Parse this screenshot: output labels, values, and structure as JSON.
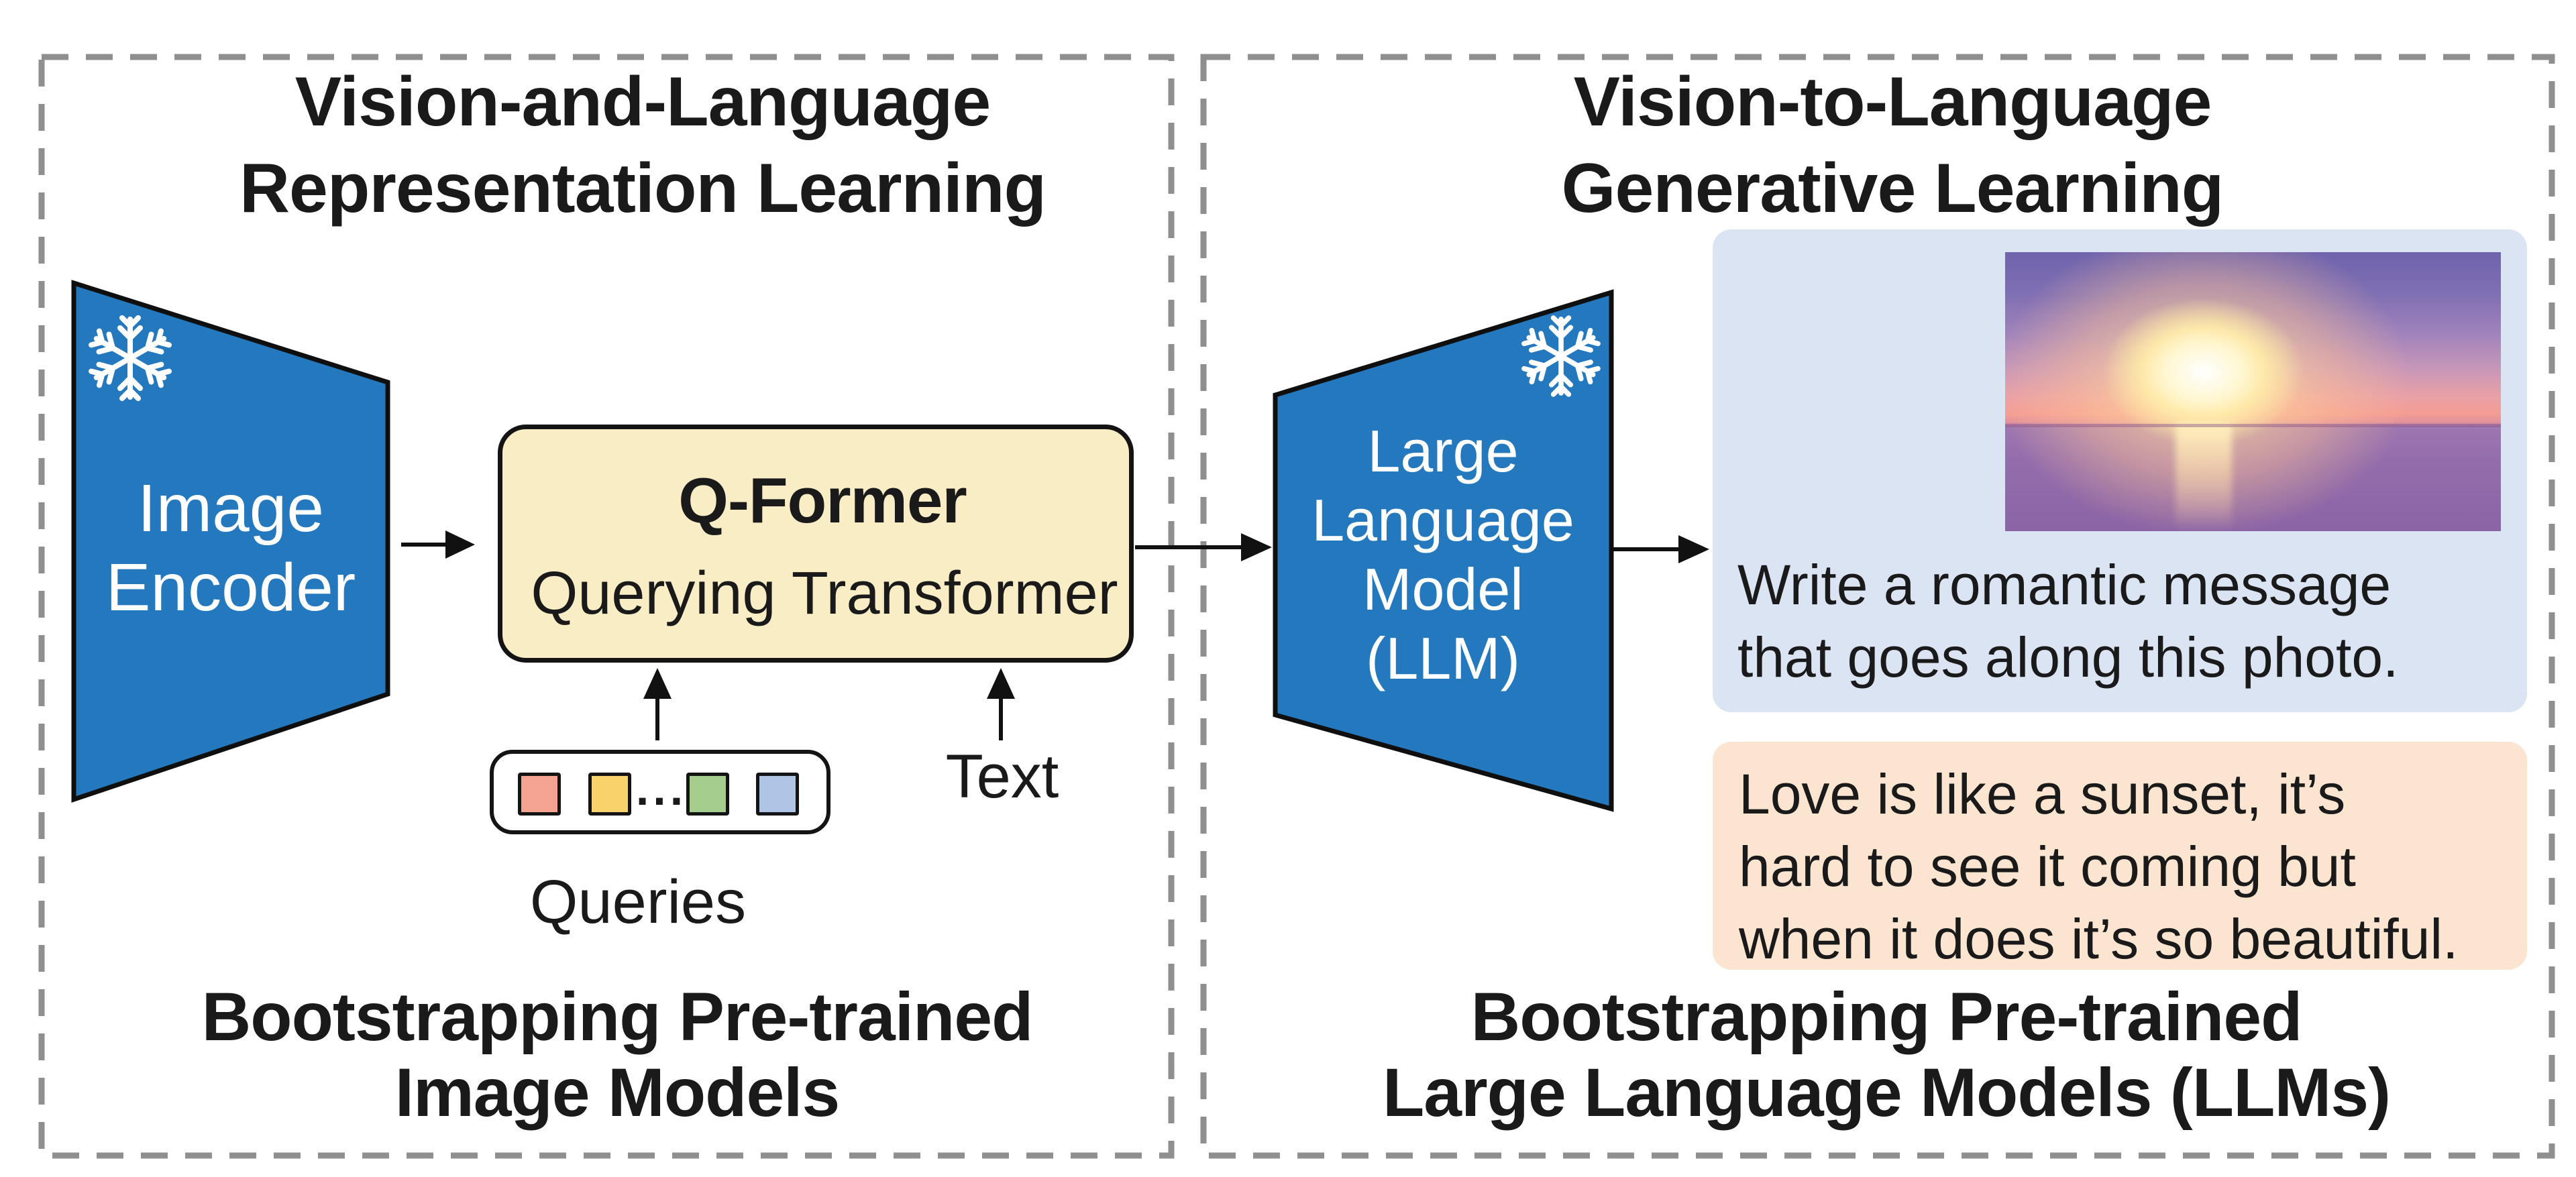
{
  "colors": {
    "encoder-blue": "#2378be",
    "shape-stroke": "#0f0f0f",
    "qformer-fill": "#f9edc5",
    "panel-border": "#8f8f8f",
    "prompt-box": "#dbe4f3",
    "response-box": "#fbe4d0",
    "query-salmon": "#f5a491",
    "query-yellow": "#f9d26c",
    "query-green": "#a5cd8d",
    "query-blue": "#b0c5e6",
    "arrow": "#111111"
  },
  "left_panel": {
    "title_line1": "Vision-and-Language",
    "title_line2": "Representation Learning",
    "caption_line1": "Bootstrapping Pre-trained",
    "caption_line2": "Image Models",
    "encoder": {
      "line1": "Image",
      "line2": "Encoder"
    },
    "qformer": {
      "title": "Q-Former",
      "subtitle": "Querying Transformer"
    },
    "queries_label": "Queries",
    "queries_ellipsis": "...",
    "text_label": "Text"
  },
  "right_panel": {
    "title_line1": "Vision-to-Language",
    "title_line2": "Generative Learning",
    "caption_line1": "Bootstrapping Pre-trained",
    "caption_line2": "Large Language Models (LLMs)",
    "llm": {
      "line1": "Large",
      "line2": "Language",
      "line3": "Model",
      "line4": "(LLM)"
    },
    "prompt": {
      "line1": "Write a romantic message",
      "line2": "that goes along this photo."
    },
    "response": {
      "line1": "Love is like a sunset, it’s",
      "line2": "hard to see it coming but",
      "line3": "when it does it’s so beautiful."
    }
  }
}
